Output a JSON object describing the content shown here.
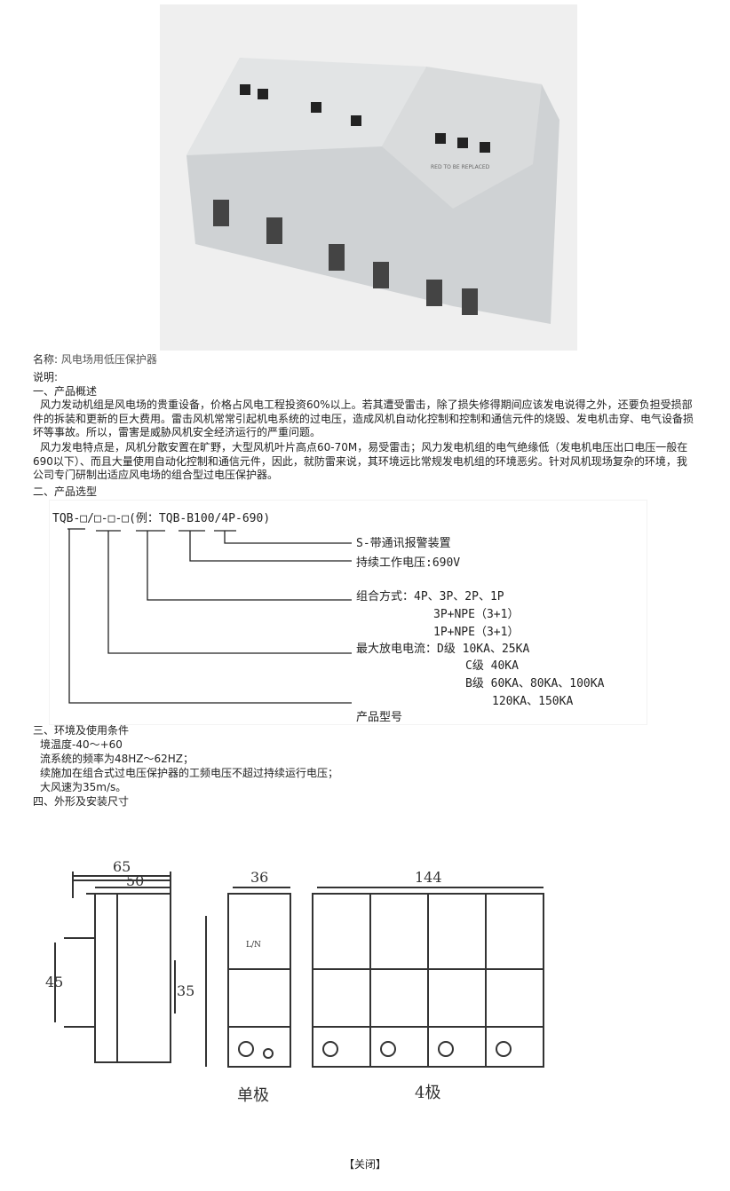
{
  "product": {
    "name_label": "名称:",
    "name_value": "风电场用低压保护器"
  },
  "desc_label": "说明:",
  "sections": {
    "s1_title": "一、产品概述",
    "s1_p1": "风力发动机组是风电场的贵重设备，价格占风电工程投资60%以上。若其遭受雷击，除了损失修得期间应该发电说得之外，还要负担受损部件的拆装和更新的巨大费用。雷击风机常常引起机电系统的过电压，造成风机自动化控制和控制和通信元件的烧毁、发电机击穿、电气设备损坏等事故。所以，雷害是威胁风机安全经济运行的严重问题。",
    "s1_p2": "风力发电特点是，风机分散安置在旷野，大型风机叶片高点60-70M，易受雷击；风力发电机组的电气绝缘低（发电机电压出口电压一般在690以下）、而且大量使用自动化控制和通信元件，因此，就防雷来说，其环境远比常规发电机组的环境恶劣。针对风机现场复杂的环境，我公司专门研制出适应风电场的组合型过电压保护器。",
    "s2_title": "二、产品选型",
    "s3_title": "三、环境及使用条件",
    "s3_items": [
      "境温度-40～+60",
      "流系统的频率为48HZ～62HZ；",
      "续施加在组合式过电压保护器的工频电压不超过持续运行电压；",
      "大风速为35m/s。"
    ],
    "s4_title": "四、外形及安装尺寸"
  },
  "selection": {
    "code": "TQB-□/□-□-□(例：TQB-B100/4P-690)",
    "l1": "S-带通讯报警装置",
    "l2": "持续工作电压:690V",
    "l3a": "组合方式：4P、3P、2P、1P",
    "l3b": "3P+NPE（3+1）",
    "l3c": "1P+NPE（3+1）",
    "l4a": "最大放电电流：D级 10KA、25KA",
    "l4b": "C级 40KA",
    "l4c": "B级 60KA、80KA、100KA",
    "l4d": "120KA、150KA",
    "l5": "产品型号"
  },
  "dims": {
    "d65": "65",
    "d50": "50",
    "d45": "45",
    "d35": "35",
    "d36": "36",
    "d144": "144",
    "ln": "L/N",
    "single": "单极",
    "four": "4极"
  },
  "photo_labels": {
    "brand": "RED TO BE REPLACED"
  },
  "close_label": "【关闭】"
}
